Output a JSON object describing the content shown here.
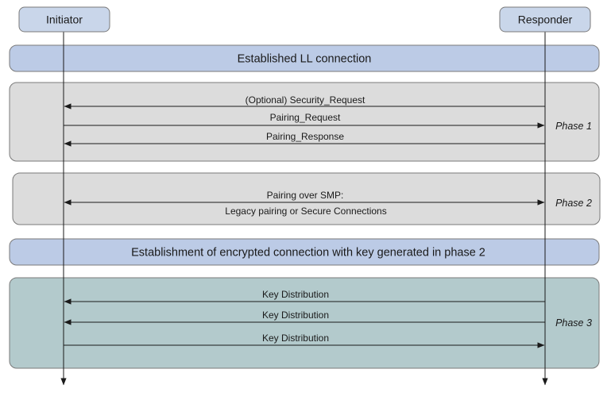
{
  "actors": {
    "initiator": "Initiator",
    "responder": "Responder"
  },
  "banners": {
    "ll_connection": "Established LL connection",
    "encrypted": "Establishment of encrypted connection with key generated in phase 2"
  },
  "phases": {
    "phase1": {
      "label": "Phase 1",
      "messages": [
        {
          "text": "(Optional) Security_Request",
          "direction": "to-initiator"
        },
        {
          "text": "Pairing_Request",
          "direction": "to-responder"
        },
        {
          "text": "Pairing_Response",
          "direction": "to-initiator"
        }
      ]
    },
    "phase2": {
      "label": "Phase 2",
      "message": {
        "line1": "Pairing over SMP:",
        "line2": "Legacy pairing or Secure Connections",
        "direction": "both"
      }
    },
    "phase3": {
      "label": "Phase 3",
      "messages": [
        {
          "text": "Key Distribution",
          "direction": "to-initiator"
        },
        {
          "text": "Key Distribution",
          "direction": "to-initiator"
        },
        {
          "text": "Key Distribution",
          "direction": "to-responder"
        }
      ]
    }
  },
  "colors": {
    "actor_fill": "#c9d6ea",
    "banner_fill": "#bccbe6",
    "phase_gray": "#dcdcdc",
    "phase_teal": "#b3cacc",
    "stroke": "#7a7a7a",
    "line": "#1a1a1a"
  }
}
